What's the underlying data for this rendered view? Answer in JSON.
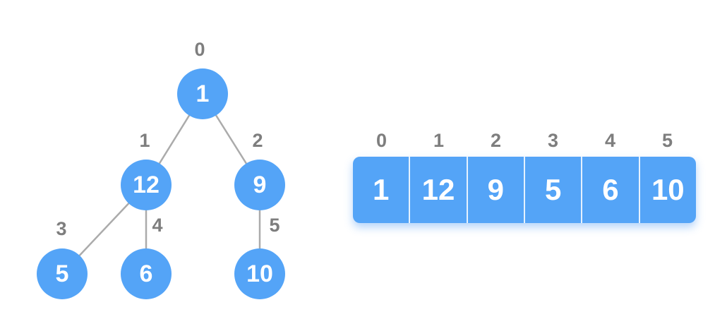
{
  "diagram": {
    "description": "Binary tree with node index labels and its array representation"
  },
  "tree": {
    "nodes": [
      {
        "value": "1",
        "index_label": "0"
      },
      {
        "value": "12",
        "index_label": "1"
      },
      {
        "value": "9",
        "index_label": "2"
      },
      {
        "value": "5",
        "index_label": "3"
      },
      {
        "value": "6",
        "index_label": "4"
      },
      {
        "value": "10",
        "index_label": "5"
      }
    ],
    "edges": [
      [
        0,
        1
      ],
      [
        0,
        2
      ],
      [
        1,
        3
      ],
      [
        1,
        4
      ],
      [
        2,
        5
      ]
    ]
  },
  "array": {
    "indices": [
      "0",
      "1",
      "2",
      "3",
      "4",
      "5"
    ],
    "values": [
      "1",
      "12",
      "9",
      "5",
      "6",
      "10"
    ]
  },
  "colors": {
    "node_fill": "#54A4F7",
    "node_text": "#FFFFFF",
    "index_text": "#7E7E7E",
    "edge": "#ABABAB",
    "array_fill": "#54A4F7"
  }
}
